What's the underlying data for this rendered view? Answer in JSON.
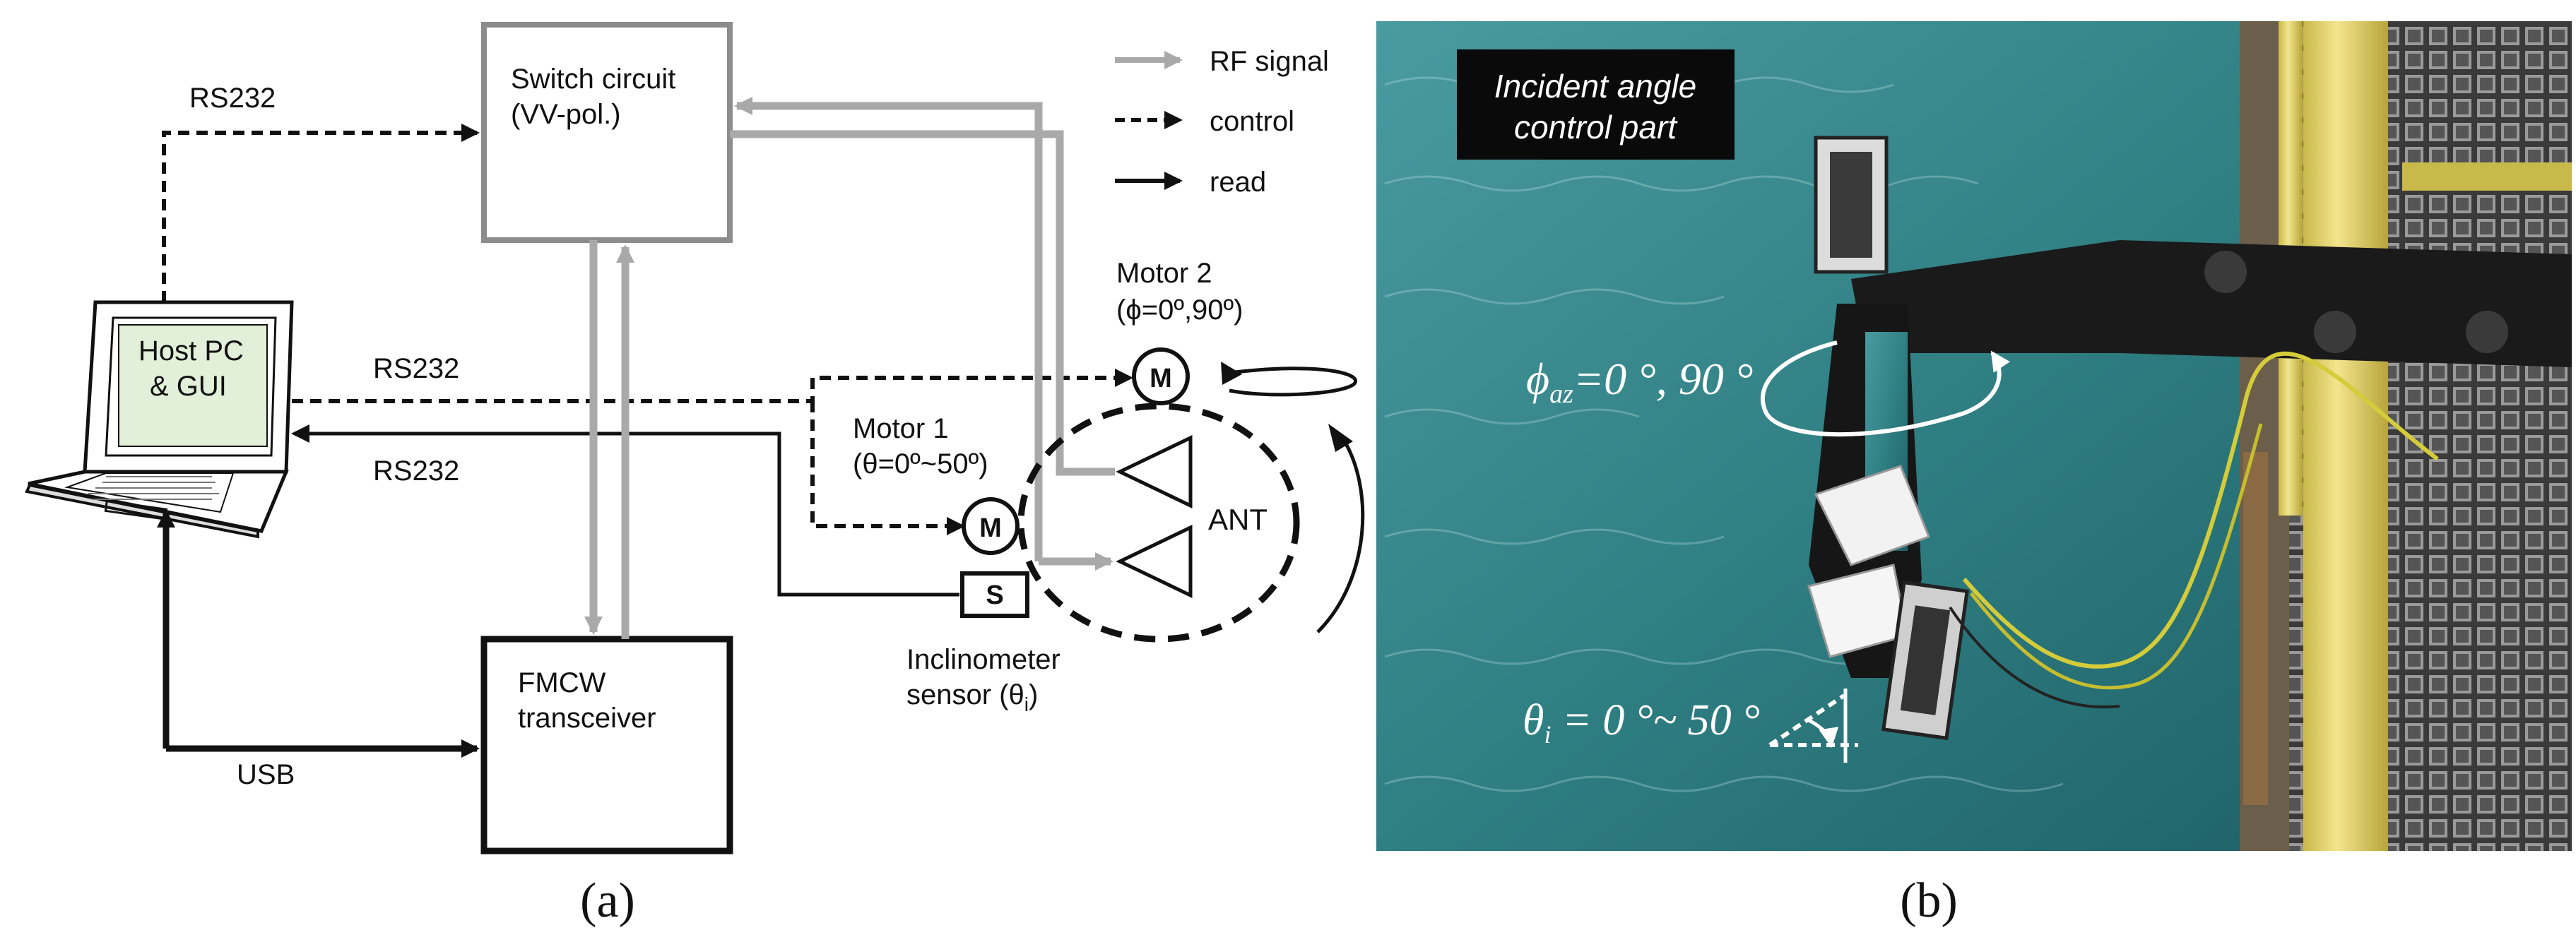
{
  "panel_a": {
    "label": "(a)",
    "boxes": {
      "switch_line1": "Switch circuit",
      "switch_line2": "(VV-pol.)",
      "fmcw_line1": "FMCW",
      "fmcw_line2": "transceiver",
      "host_line1": "Host PC",
      "host_line2": "& GUI",
      "inclinometer_box": "S"
    },
    "legend": {
      "rf": "RF signal",
      "control": "control",
      "read": "read"
    },
    "labels": {
      "rs232_top": "RS232",
      "rs232_mid": "RS232",
      "rs232_bottom": "RS232",
      "usb": "USB",
      "motor2_line1": "Motor 2",
      "motor2_line2": "(ϕ=0º,90º)",
      "motor1_line1": "Motor 1",
      "motor1_line2": "(θ=0º~50º)",
      "motor_symbol_1": "M",
      "motor_symbol_2": "M",
      "ant": "ANT",
      "inclinometer_line1": "Inclinometer",
      "inclinometer_line2": "sensor (θ",
      "inclinometer_sub": "i",
      "inclinometer_close": ")"
    },
    "colors": {
      "rf": "#a9a9a9",
      "control": "#111111",
      "read": "#111111",
      "screen": "#e2f0d9"
    }
  },
  "panel_b": {
    "label": "(b)",
    "callout_line1": "Incident angle",
    "callout_line2": "control part",
    "azimuth_symbol": "ϕ",
    "azimuth_sub": "az",
    "azimuth_value": "=0 °, 90 °",
    "incidence_symbol": "θ",
    "incidence_sub": "i",
    "incidence_value": " = 0 °~ 50 °",
    "colors": {
      "sea": "#2f7f83",
      "callout_bg": "#0a0a0a"
    }
  }
}
